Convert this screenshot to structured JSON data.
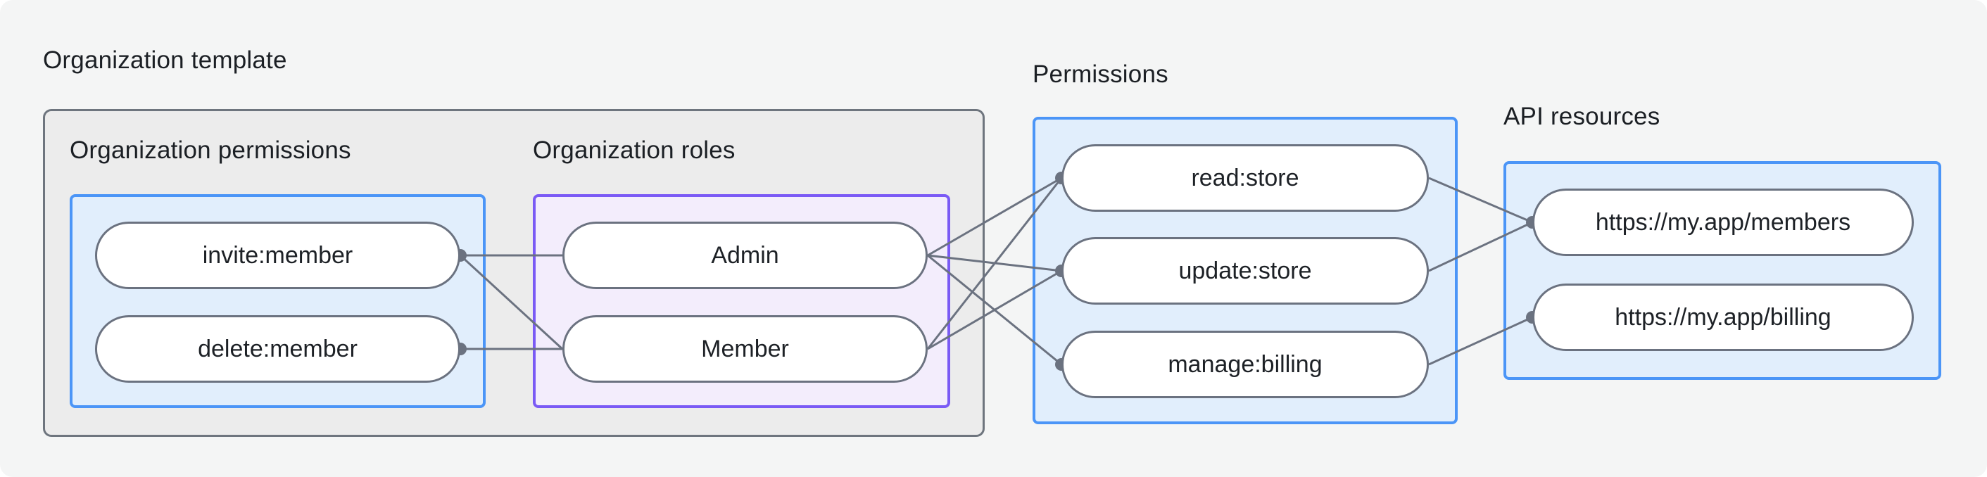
{
  "labels": {
    "org_template": "Organization template",
    "org_permissions": "Organization permissions",
    "org_roles": "Organization roles",
    "permissions": "Permissions",
    "api_resources": "API resources"
  },
  "nodes": {
    "invite_member": "invite:member",
    "delete_member": "delete:member",
    "admin": "Admin",
    "member": "Member",
    "read_store": "read:store",
    "update_store": "update:store",
    "manage_billing": "manage:billing",
    "api_members": "https://my.app/members",
    "api_billing": "https://my.app/billing"
  },
  "edges": [
    {
      "from": "invite_member",
      "to": "admin"
    },
    {
      "from": "invite_member",
      "to": "member"
    },
    {
      "from": "delete_member",
      "to": "member"
    },
    {
      "from": "admin",
      "to": "read_store"
    },
    {
      "from": "admin",
      "to": "update_store"
    },
    {
      "from": "admin",
      "to": "manage_billing"
    },
    {
      "from": "member",
      "to": "read_store"
    },
    {
      "from": "member",
      "to": "update_store"
    },
    {
      "from": "read_store",
      "to": "api_members"
    },
    {
      "from": "update_store",
      "to": "api_members"
    },
    {
      "from": "manage_billing",
      "to": "api_billing"
    }
  ],
  "dots": [
    {
      "node": "invite_member",
      "side": "right"
    },
    {
      "node": "delete_member",
      "side": "right"
    },
    {
      "node": "read_store",
      "side": "left"
    },
    {
      "node": "update_store",
      "side": "left"
    },
    {
      "node": "manage_billing",
      "side": "left"
    },
    {
      "node": "api_members",
      "side": "left"
    },
    {
      "node": "api_billing",
      "side": "left"
    }
  ],
  "colors": {
    "background": "#f4f5f5",
    "line": "#6b7280",
    "dot": "#6b7280",
    "gray_box_fill": "#ececec",
    "gray_box_border": "#6e757e",
    "blue_box_fill": "#e1eefc",
    "blue_box_border": "#4b95f7",
    "purple_box_fill": "#f3edfc",
    "purple_box_border": "#7a5af5",
    "pill_border": "#6b7280",
    "pill_fill": "#ffffff",
    "text": "#1b1f24"
  }
}
